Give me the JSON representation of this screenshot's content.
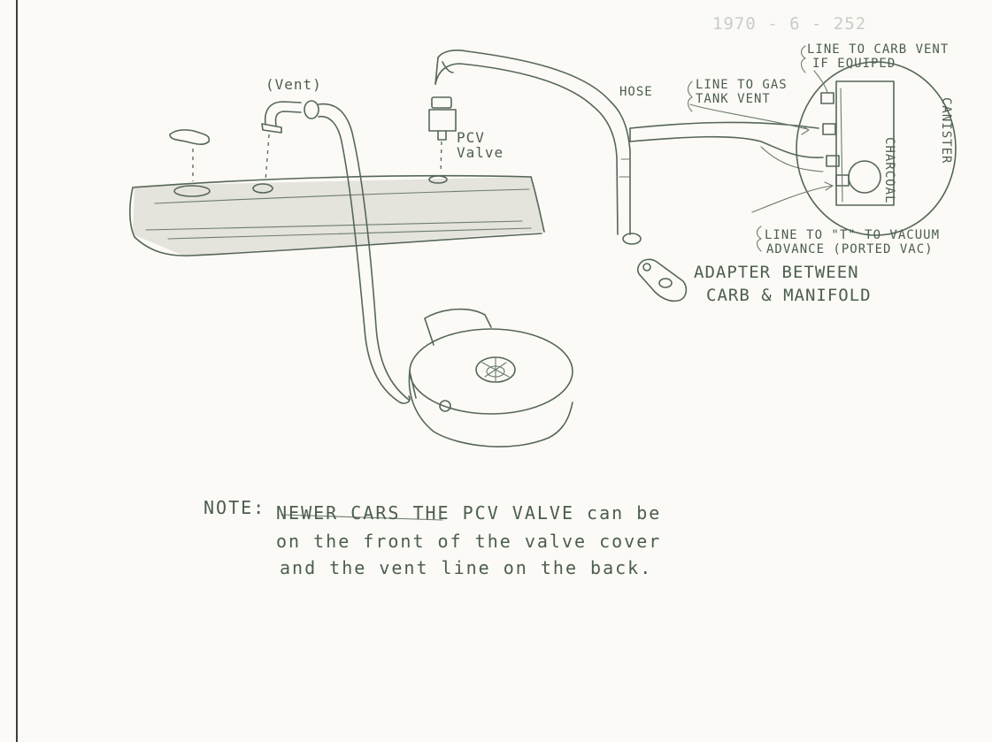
{
  "document": {
    "stamp": "1970 - 6 - 252",
    "labels": {
      "vent": "(Vent)",
      "pcv_line1": "PCV",
      "pcv_line2": "Valve",
      "hose": "HOSE",
      "gas_tank_line1": "LINE TO GAS",
      "gas_tank_line2": "TANK VENT",
      "carb_vent_line1": "LINE TO CARB VENT",
      "carb_vent_line2": "IF EQUIPED",
      "canister_charcoal": "CHARCOAL",
      "canister_canister": "CANISTER",
      "vacuum_line1": "LINE TO \"T\" TO VACUUM",
      "vacuum_line2": "ADVANCE (PORTED VAC)",
      "adapter_line1": "ADAPTER BETWEEN",
      "adapter_line2": "CARB & MANIFOLD"
    },
    "note": {
      "prefix": "NOTE:",
      "line1": "NEWER CARS THE PCV VALVE can be",
      "line2": "on the front of the valve cover",
      "line3": "and the vent line on the back."
    }
  }
}
